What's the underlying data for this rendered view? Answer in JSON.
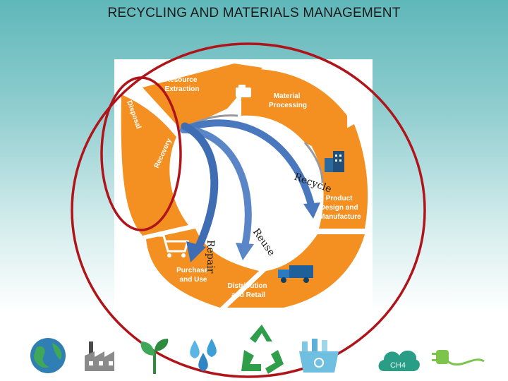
{
  "slide": {
    "title": "RECYCLING AND MATERIALS MANAGEMENT"
  },
  "diagram": {
    "stages": {
      "resource_extraction": [
        "Resource",
        "Extraction"
      ],
      "material_processing": [
        "Material",
        "Processing"
      ],
      "product_design": [
        "Product",
        "Design and",
        "Manufacture"
      ],
      "distribution": [
        "Distribution",
        "and Retail"
      ],
      "purchase_use": [
        "Purchase",
        "and Use"
      ],
      "recovery": "Recovery",
      "disposal": "Disposal"
    },
    "flows": {
      "recycle": "Recycle",
      "reuse": "Reuse",
      "repair": "Repair"
    }
  },
  "icons": {
    "globe": "globe-icon",
    "factory": "factory-icon",
    "plant": "plant-icon",
    "water": "water-drops-icon",
    "recycle": "recycle-icon",
    "bins": "recycling-bins-icon",
    "cloud_label": "CH4",
    "plug": "plug-icon"
  },
  "colors": {
    "orange": "#f39021",
    "blue_arrow": "#4a78bf",
    "red_ellipse": "#b0141b",
    "green_recycle": "#2e9e4b"
  }
}
